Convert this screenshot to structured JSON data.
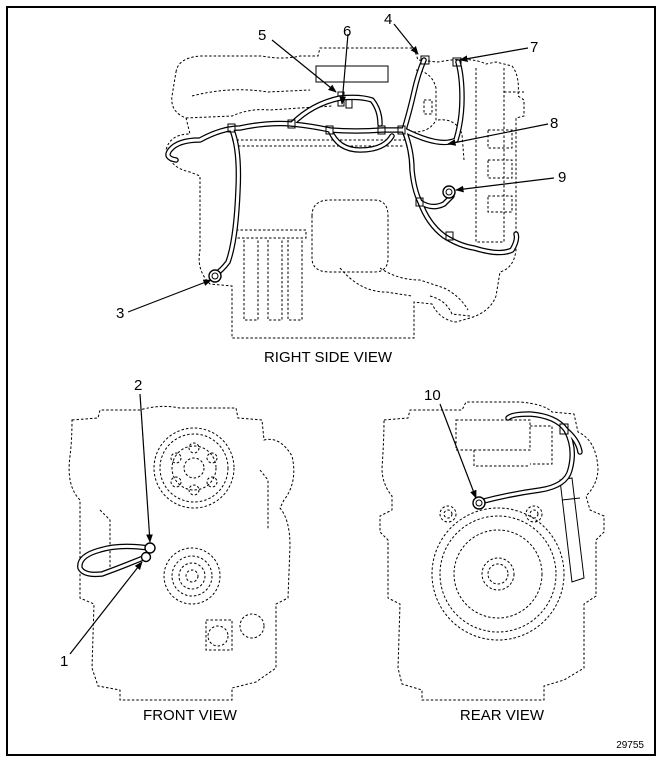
{
  "views": {
    "right_side": {
      "caption": "RIGHT SIDE VIEW"
    },
    "front": {
      "caption": "FRONT VIEW"
    },
    "rear": {
      "caption": "REAR VIEW"
    }
  },
  "callouts": [
    {
      "id": "1",
      "label": "1"
    },
    {
      "id": "2",
      "label": "2"
    },
    {
      "id": "3",
      "label": "3"
    },
    {
      "id": "4",
      "label": "4"
    },
    {
      "id": "5",
      "label": "5"
    },
    {
      "id": "6",
      "label": "6"
    },
    {
      "id": "7",
      "label": "7"
    },
    {
      "id": "8",
      "label": "8"
    },
    {
      "id": "9",
      "label": "9"
    },
    {
      "id": "10",
      "label": "10"
    }
  ],
  "figure_number": "29755"
}
